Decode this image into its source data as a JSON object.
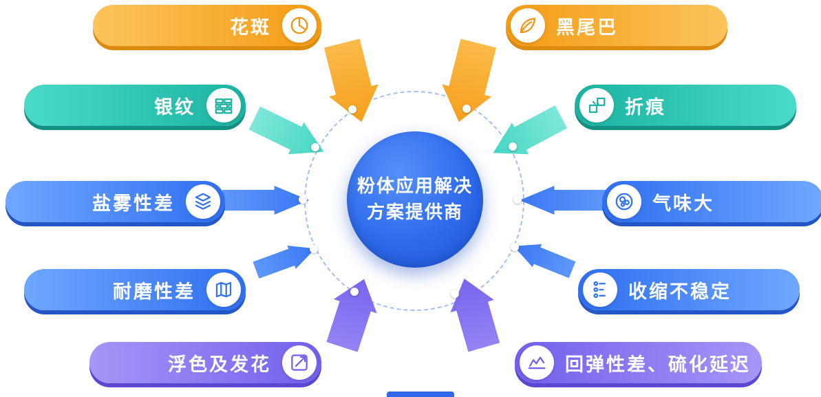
{
  "center": {
    "line1": "粉体应用解决",
    "line2": "方案提供商"
  },
  "nodes": [
    {
      "label": "花斑",
      "icon": "pie-chart-icon",
      "color": "#F6A01C",
      "side": "left"
    },
    {
      "label": "黑尾巴",
      "icon": "leaf-icon",
      "color": "#F6A01C",
      "side": "right"
    },
    {
      "label": "银纹",
      "icon": "bricks-icon",
      "color": "#1CB2A1",
      "side": "left"
    },
    {
      "label": "折痕",
      "icon": "puzzle-icon",
      "color": "#1CB2A1",
      "side": "right"
    },
    {
      "label": "盐雾性差",
      "icon": "layers-icon",
      "color": "#3173F0",
      "side": "left"
    },
    {
      "label": "气味大",
      "icon": "bubbles-icon",
      "color": "#3173F0",
      "side": "right"
    },
    {
      "label": "耐磨性差",
      "icon": "map-icon",
      "color": "#3173F0",
      "side": "left"
    },
    {
      "label": "收缩不稳定",
      "icon": "dots-lines-icon",
      "color": "#3173F0",
      "side": "right"
    },
    {
      "label": "浮色及发花",
      "icon": "trend-arrow-icon",
      "color": "#7260EC",
      "side": "left"
    },
    {
      "label": "回弹性差、硫化延迟",
      "icon": "line-chart-icon",
      "color": "#7260EC",
      "side": "right"
    }
  ],
  "colors": {
    "orange": "#F6A01C",
    "teal": "#1CB2A1",
    "blue": "#3173F0",
    "purple": "#7260EC",
    "center_blue": "#2E6BEB",
    "ring": "#9FC0F6"
  }
}
